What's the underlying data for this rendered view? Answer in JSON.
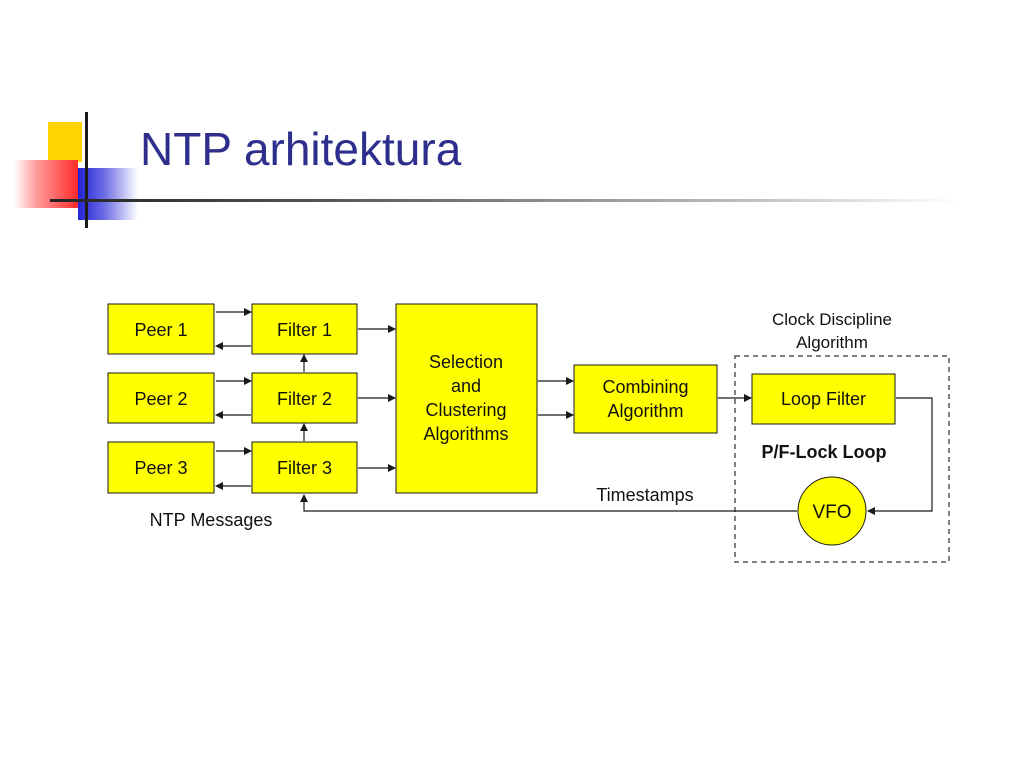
{
  "slide": {
    "title": "NTP arhitektura"
  },
  "diagram": {
    "peers": [
      "Peer 1",
      "Peer 2",
      "Peer 3"
    ],
    "filters": [
      "Filter 1",
      "Filter 2",
      "Filter 3"
    ],
    "selection": [
      "Selection",
      "and",
      "Clustering",
      "Algorithms"
    ],
    "combining": [
      "Combining",
      "Algorithm"
    ],
    "loop_filter": "Loop Filter",
    "vfo": "VFO",
    "clock_discipline": [
      "Clock Discipline",
      "Algorithm"
    ],
    "pf_lock_loop": "P/F-Lock Loop",
    "timestamps": "Timestamps",
    "ntp_messages": "NTP Messages"
  },
  "colors": {
    "box_fill": "#ffff00",
    "title": "#2e2e8c",
    "stroke": "#1a1a1a"
  }
}
